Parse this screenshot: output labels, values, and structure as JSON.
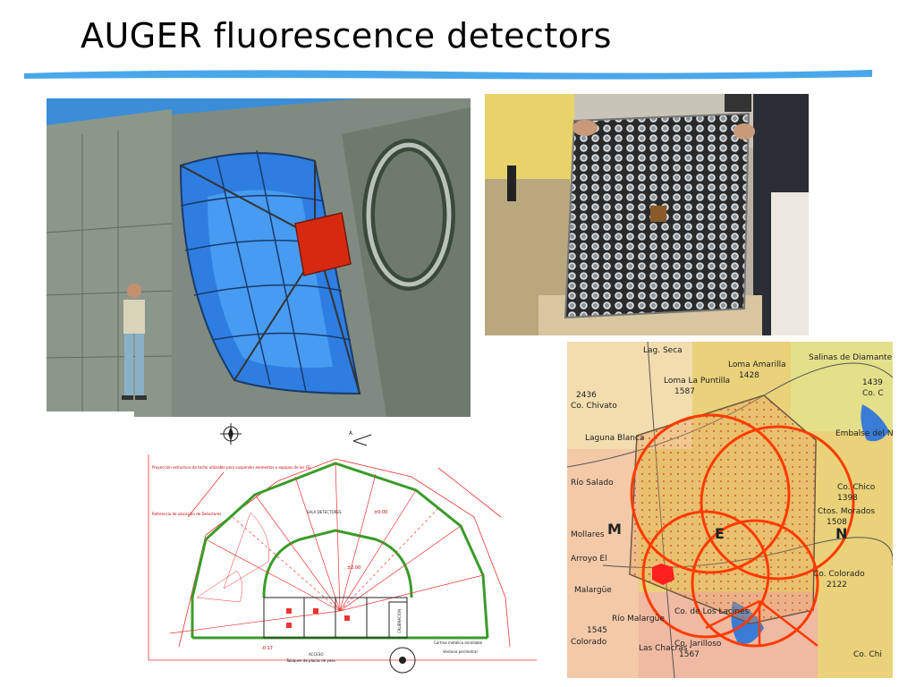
{
  "slide": {
    "title": "AUGER fluorescence detectors"
  },
  "plan": {
    "lbl_struct": "Proyección estructura de techo utilizable para suspender elementos o equipos de los FD",
    "lbl_ref": "Referencia de ubicación de Detectores",
    "lbl_sala": "SALA DETECTORES",
    "lbl_calib": "CALIBRACION",
    "lbl_acceso": "ACCESO",
    "lbl_tabique": "Tabiques de placas de yeso",
    "lbl_vent": "Ventana perimetral",
    "lbl_cortina": "Cortina metálica enrollable",
    "lbl_level1": "±0.00",
    "lbl_level2": "±0.00",
    "lbl_level3": "-0.17",
    "lbl_north": "A"
  },
  "map": {
    "labels": {
      "lag_seca": "Lag. Seca",
      "loma_amarilla": "Loma Amarilla",
      "loma_amarilla_h": "1428",
      "loma_puntilla": "Loma La Puntilla",
      "loma_puntilla_h": "1587",
      "salinas": "Salinas de Diamante",
      "h2436": "2436",
      "chivato": "Co. Chivato",
      "laguna_blanca": "Laguna Blanca",
      "embalse": "Embalse del Nihuil",
      "co_chico": "Co. Chico",
      "co_chico_h": "1398",
      "ctos_morados": "Ctos. Morados",
      "h1508": "1508",
      "salado": "Río Salado",
      "mollares": "Mollares",
      "m": "M",
      "e": "E",
      "n": "N",
      "arroyo": "Arroyo El",
      "co_colorado": "Co. Colorado",
      "co_colorado_h": "2122",
      "malargue": "Malargüe",
      "rio_malargue": "Río Malargüe",
      "co_lacines": "Co. de Los Lacines",
      "h1545": "1545",
      "colorado": "Colorado",
      "las_chacras": "Las Chacras",
      "co_jarilloso": "Co. Jarilloso",
      "h1567": "1567",
      "co_chi": "Co. Chi",
      "h1439": "1439",
      "co_c": "Co. C"
    },
    "colors": {
      "array": "#ff3b00",
      "site": "#ff2020",
      "water": "#3a7bd5"
    }
  },
  "images": {
    "render_alt": "3D render of fluorescence telescope with segmented mirror and person for scale",
    "photo_alt": "Photo of camera with hexagonal photomultiplier pixel grid held by people"
  }
}
